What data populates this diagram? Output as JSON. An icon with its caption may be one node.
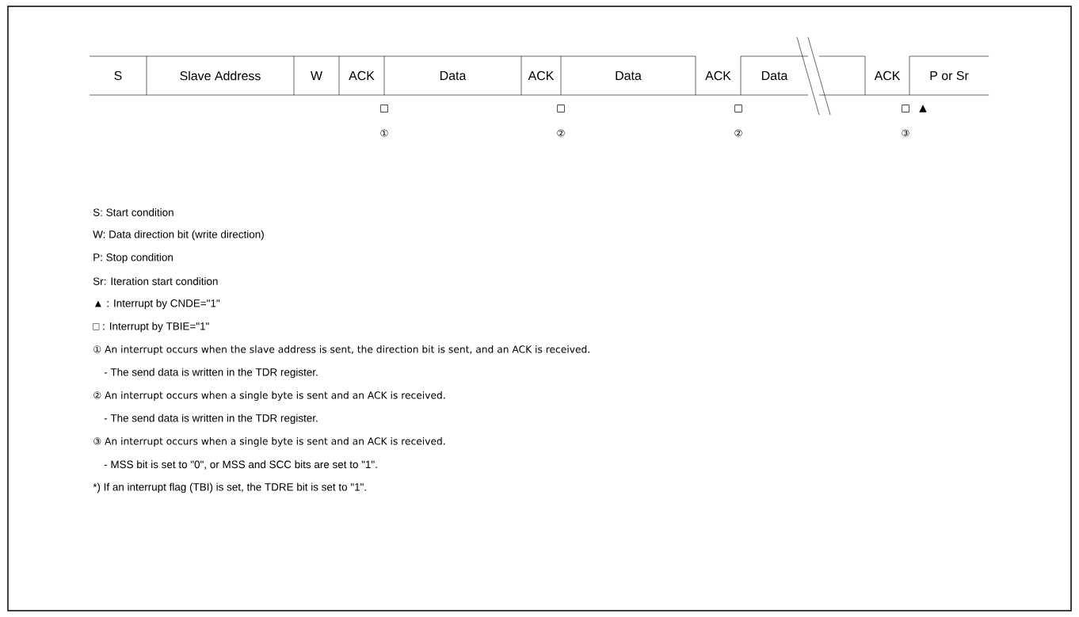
{
  "diagram": {
    "nodes": [
      {
        "text": [
          "S"
        ]
      },
      {
        "text": [
          "Slave Address"
        ]
      },
      {
        "text": [
          "W"
        ]
      },
      {
        "text": [
          "ACK"
        ]
      },
      {
        "text": [
          "Data"
        ]
      },
      {
        "text": [
          "ACK"
        ]
      },
      {
        "text": [
          "Data"
        ]
      },
      {
        "text": [
          "ACK"
        ]
      },
      {
        "text": [
          "Data"
        ]
      },
      {
        "text": [],
        "shape": "box"
      },
      {
        "text": [
          "ACK"
        ]
      },
      {
        "text": [
          "P or Sr"
        ]
      }
    ],
    "labels": [
      "□",
      "□",
      "□",
      "□",
      "▲",
      "①",
      "②",
      "②",
      "③",
      "S: Start condition",
      "W: Data direction bit (write direction)",
      "P: Stop condition",
      "Sr: Iteration start condition",
      "▲ : Interrupt by CNDE=\"1\"",
      "□ : Interrupt by TBIE=\"1\"",
      "① An interrupt occurs when the slave address is sent, the direction bit is sent, and an ACK is received.",
      "- The send data is written in the TDR register.",
      "② An interrupt occurs when a single byte is sent and an ACK is received.",
      "- The send data is written in the TDR register.",
      "③ An interrupt occurs when a single byte is sent and an ACK is received.",
      "- MSS bit is set to \"0\", or MSS and SCC bits are set to \"1\".",
      "*) If an interrupt flag (TBI) is set, the TDRE bit is set to \"1\"."
    ]
  }
}
